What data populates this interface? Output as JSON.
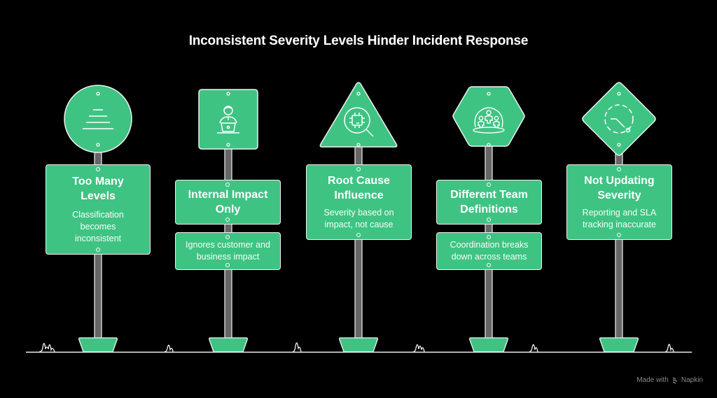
{
  "title": "Inconsistent Severity Levels Hinder Incident Response",
  "colors": {
    "background": "#000000",
    "sign_green": "#3ec383",
    "pole_gray": "#666666",
    "outline": "#f2f2f2",
    "text": "#ffffff"
  },
  "signs": [
    {
      "shape": "circle",
      "icon": "stacked-lines-icon",
      "heading": "Too Many Levels",
      "description": "Classification becomes inconsistent"
    },
    {
      "shape": "square",
      "icon": "person-laptop-icon",
      "heading": "Internal Impact Only",
      "description": "Ignores customer and business impact"
    },
    {
      "shape": "triangle",
      "icon": "chip-magnifier-icon",
      "heading": "Root Cause Influence",
      "description": "Severity based on impact, not cause"
    },
    {
      "shape": "hexagon",
      "icon": "team-group-icon",
      "heading": "Different Team Definitions",
      "description": "Coordination breaks down across teams"
    },
    {
      "shape": "diamond",
      "icon": "dashed-clock-icon",
      "heading": "Not Updating Severity",
      "description": "Reporting and SLA tracking inaccurate"
    }
  ],
  "watermark": {
    "prefix": "Made with",
    "brand": "Napkin"
  }
}
